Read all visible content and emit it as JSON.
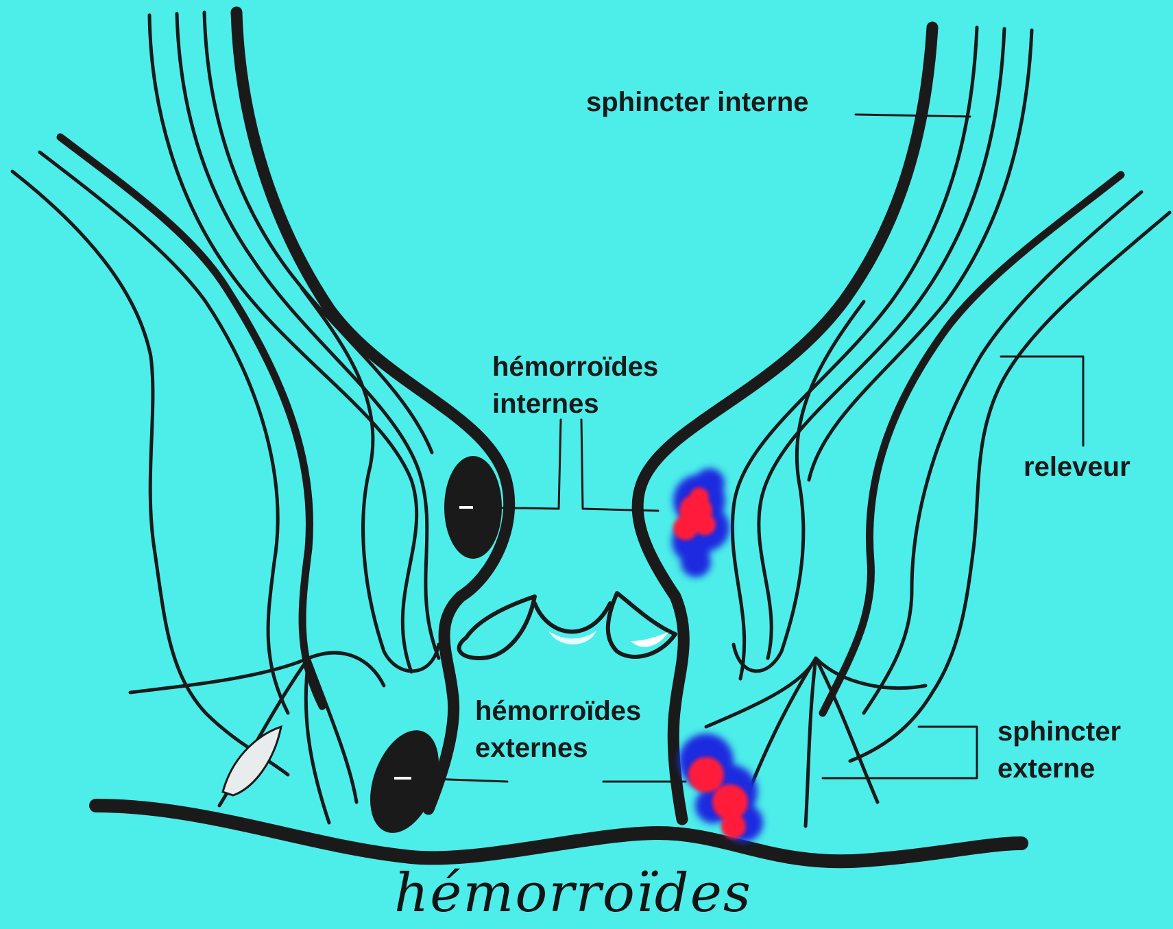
{
  "title": "hémorroïdes",
  "labels": {
    "sphincter_interne": "sphincter interne",
    "hemorroides_internes": [
      "hémorroïdes",
      "internes"
    ],
    "releveur": "releveur",
    "hemorroides_externes": [
      "hémorroïdes",
      "externes"
    ],
    "sphincter_externe": [
      "sphincter",
      "externe"
    ]
  },
  "colors": {
    "background": "#4DEDEA",
    "outline": "#1a1a1a",
    "hemorrhoid_core": "#FF1A3A",
    "hemorrhoid_halo": "#1A2BE0"
  }
}
